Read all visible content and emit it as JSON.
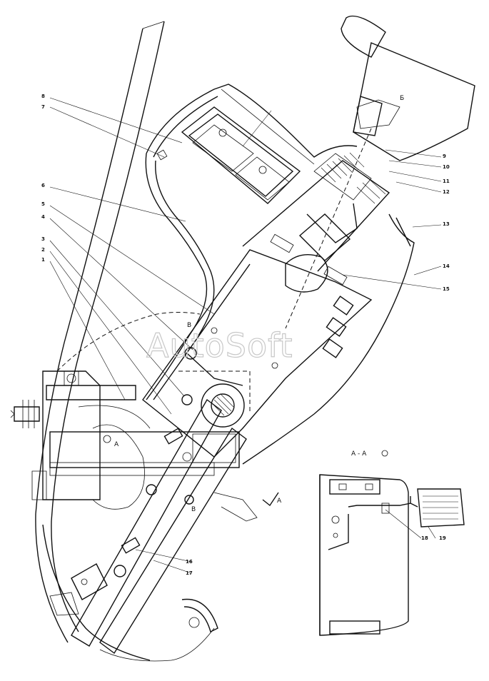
{
  "callouts": [
    {
      "id": "c1",
      "text": "1"
    },
    {
      "id": "c2",
      "text": "2"
    },
    {
      "id": "c3",
      "text": "3"
    },
    {
      "id": "c4",
      "text": "4"
    },
    {
      "id": "c5",
      "text": "5"
    },
    {
      "id": "c6",
      "text": "6"
    },
    {
      "id": "c7",
      "text": "7"
    },
    {
      "id": "c8",
      "text": "8"
    },
    {
      "id": "c9",
      "text": "9"
    },
    {
      "id": "c10",
      "text": "10"
    },
    {
      "id": "c11",
      "text": "11"
    },
    {
      "id": "c12",
      "text": "12"
    },
    {
      "id": "c13",
      "text": "13"
    },
    {
      "id": "c14",
      "text": "14"
    },
    {
      "id": "c15",
      "text": "15"
    },
    {
      "id": "c16",
      "text": "16"
    },
    {
      "id": "c17",
      "text": "17"
    },
    {
      "id": "c18",
      "text": "18"
    },
    {
      "id": "c19",
      "text": "19"
    }
  ],
  "view_letters": {
    "b_view": "Б",
    "v_upper": "В",
    "v_lower": "В",
    "a_small": "А",
    "a_arrow": "А"
  },
  "section_label": "А - А",
  "watermark": "AutoSoft",
  "colors": {
    "line": "#111111",
    "background": "#ffffff",
    "watermark": "#c8c8c8"
  }
}
